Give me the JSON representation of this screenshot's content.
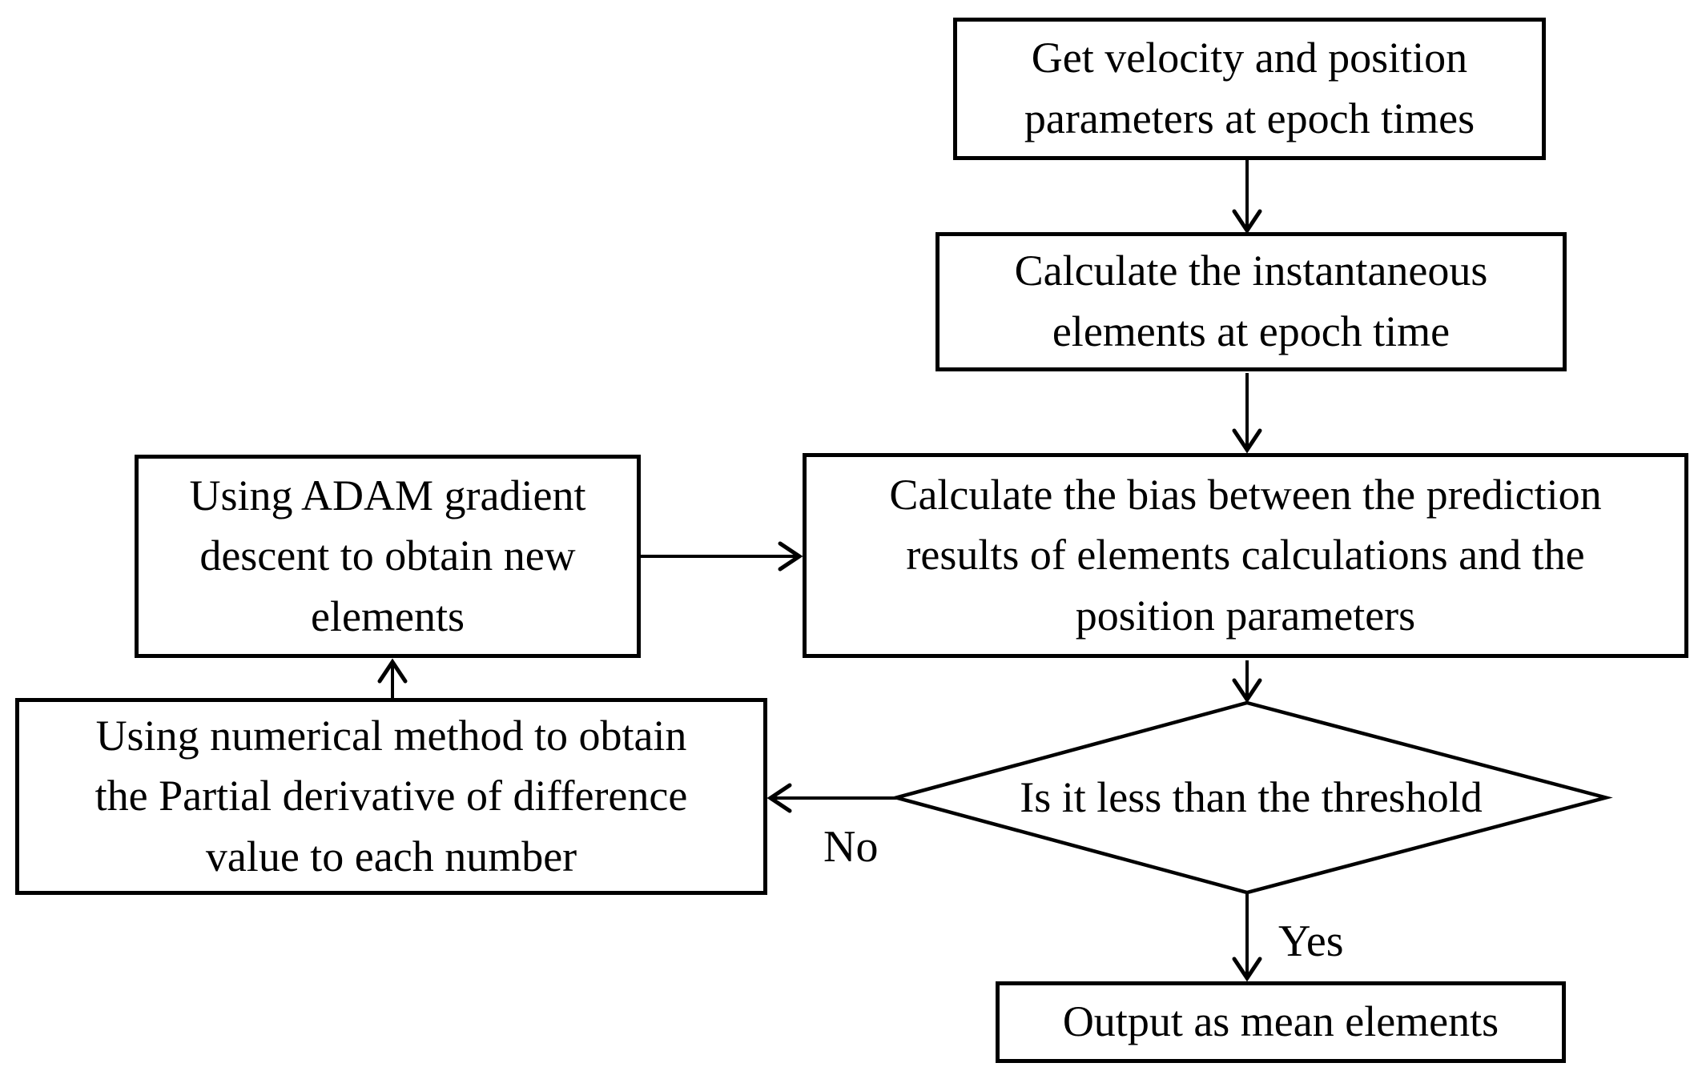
{
  "figure": {
    "type": "flowchart",
    "background_color": "#ffffff",
    "stroke_color": "#000000",
    "nodes": {
      "get_params": {
        "shape": "rect",
        "label": "Get velocity and position\nparameters at epoch times"
      },
      "instantaneous": {
        "shape": "rect",
        "label": "Calculate the instantaneous\nelements at epoch time"
      },
      "bias": {
        "shape": "rect",
        "label": "Calculate the bias between the prediction\nresults of elements calculations and the\nposition parameters"
      },
      "adam": {
        "shape": "rect",
        "label": "Using ADAM gradient\ndescent to obtain new\nelements"
      },
      "numerical": {
        "shape": "rect",
        "label": "Using numerical method to obtain\nthe Partial derivative of difference\nvalue to each number"
      },
      "decision": {
        "shape": "diamond",
        "label": "Is it less than the threshold"
      },
      "output": {
        "shape": "rect",
        "label": "Output as mean elements"
      }
    },
    "edges": [
      {
        "from": "get_params",
        "to": "instantaneous",
        "label": ""
      },
      {
        "from": "instantaneous",
        "to": "bias",
        "label": ""
      },
      {
        "from": "bias",
        "to": "decision",
        "label": ""
      },
      {
        "from": "decision",
        "to": "numerical",
        "label": "No"
      },
      {
        "from": "numerical",
        "to": "adam",
        "label": ""
      },
      {
        "from": "adam",
        "to": "bias",
        "label": ""
      },
      {
        "from": "decision",
        "to": "output",
        "label": "Yes"
      }
    ],
    "edge_labels": {
      "no": "No",
      "yes": "Yes"
    }
  }
}
